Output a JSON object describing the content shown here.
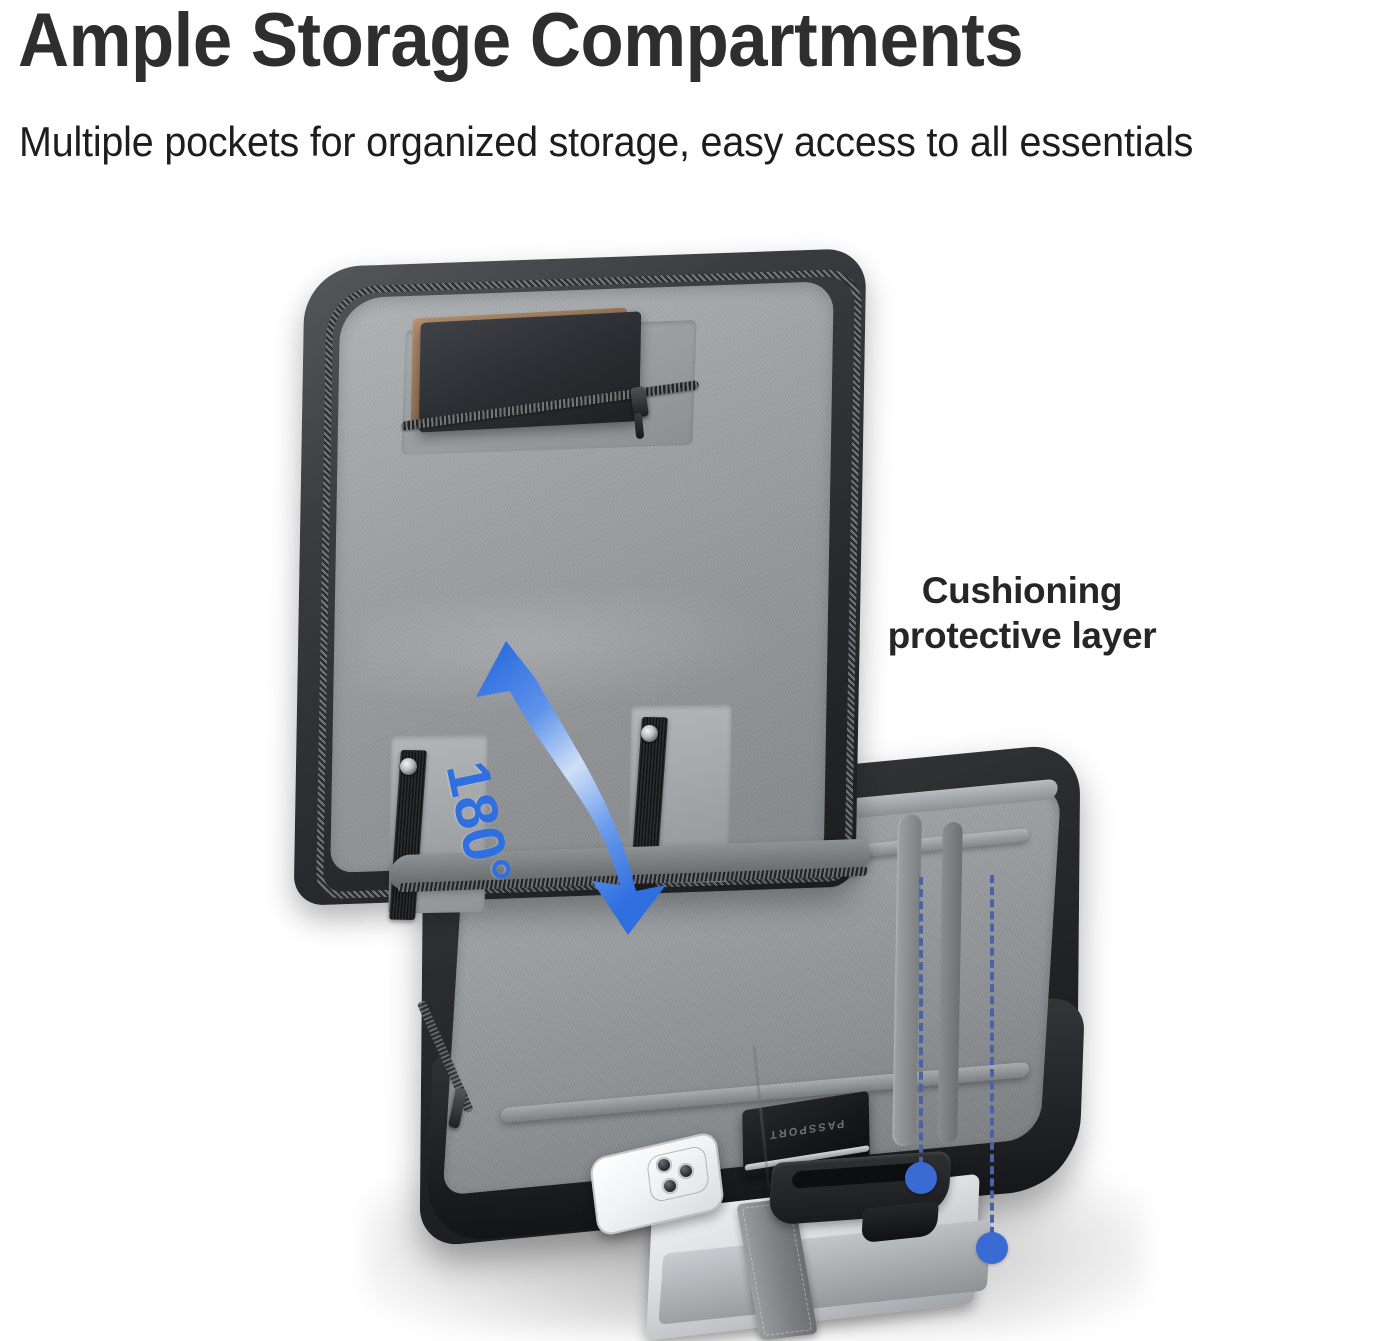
{
  "header": {
    "title": "Ample Storage Compartments",
    "subtitle": "Multiple pockets for organized storage, easy access to all essentials"
  },
  "callouts": {
    "cushioning": {
      "line1": "Cushioning",
      "line2": "protective layer"
    },
    "angle": {
      "label": "180°"
    }
  },
  "product": {
    "items": {
      "passport_label": "PASSPORT"
    }
  },
  "colors": {
    "title_text": "#2e2e2e",
    "subtitle_text": "#1d1d1d",
    "callout_text": "#262626",
    "accent_blue": "#2f6fe0",
    "dot_blue": "#3a6bd2",
    "dash_blue": "#4a62a8",
    "lining_gray": "#9a9da0",
    "shell_black": "#212224",
    "background": "#ffffff"
  }
}
